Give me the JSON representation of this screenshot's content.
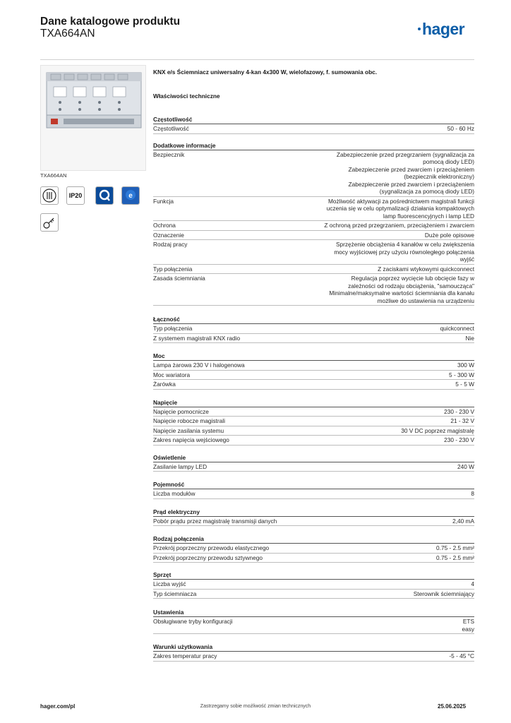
{
  "header": {
    "title": "Dane katalogowe produktu",
    "code": "TXA664AN",
    "logo": "hager"
  },
  "product": {
    "image_caption": "TXA664AN",
    "title": "KNX e/s Ściemniacz uniwersalny 4-kan 4x300 W, wielofazowy, f. sumowania obc.",
    "properties_heading": "Właściwości techniczne",
    "badges": [
      "terminal-icon",
      "IP20",
      "quality-q-icon",
      "energy-e-icon",
      "key-icon"
    ],
    "ip_label": "IP20"
  },
  "sections": [
    {
      "title": "Częstotliwość",
      "rows": [
        {
          "label": "Częstotliwość",
          "value": "50 - 60 Hz"
        }
      ]
    },
    {
      "title": "Dodatkowe informacje",
      "rows": [
        {
          "label": "Bezpiecznik",
          "value": "Zabezpieczenie przed przegrzaniem (sygnalizacja za\npomocą diody LED)\nZabezpieczenie przed zwarciem i przeciążeniem\n(bezpiecznik elektroniczny)\nZabezpieczenie przed zwarciem i przeciążeniem\n(sygnalizacja za pomocą diody LED)"
        },
        {
          "label": "Funkcja",
          "value": "Możliwość aktywacji za pośrednictwem magistrali funkcji\nuczenia się w celu optymalizacji działania kompaktowych\nlamp fluorescencyjnych i lamp LED"
        },
        {
          "label": "Ochrona",
          "value": "Z ochroną przed przegrzaniem, przeciążeniem i zwarciem"
        },
        {
          "label": "Oznaczenie",
          "value": "Duże pole opisowe"
        },
        {
          "label": "Rodzaj pracy",
          "value": "Sprzężenie obciążenia 4 kanałów w celu zwiększenia\nmocy wyjściowej przy użyciu równoległego połączenia\nwyjść"
        },
        {
          "label": "Typ połączenia",
          "value": "Z zaciskami wtykowymi quickconnect"
        },
        {
          "label": "Zasada ściemniania",
          "value": "Regulacja poprzez wycięcie lub obcięcie  fazy w\nzależności od rodzaju obciążenia, \"samoucząca\"\nMinimalne/maksymalne wartości ściemniania dla kanału\nmożliwe do ustawienia na urządzeniu"
        }
      ]
    },
    {
      "title": "Łączność",
      "rows": [
        {
          "label": "Typ połączenia",
          "value": "quickconnect"
        },
        {
          "label": "Z systemem magistrali KNX radio",
          "value": "Nie"
        }
      ]
    },
    {
      "title": "Moc",
      "rows": [
        {
          "label": "Lampa żarowa 230 V i halogenowa",
          "value": "300 W"
        },
        {
          "label": "Moc wariatora",
          "value": "5 - 300 W"
        },
        {
          "label": "Żarówka",
          "value": "5 - 5 W"
        }
      ]
    },
    {
      "title": "Napięcie",
      "rows": [
        {
          "label": "Napięcie pomocnicze",
          "value": "230 - 230 V"
        },
        {
          "label": "Napięcie robocze magistrali",
          "value": "21 - 32 V"
        },
        {
          "label": "Napięcie zasilania systemu",
          "value": "30 V DC poprzez magistralę"
        },
        {
          "label": "Zakres napięcia wejściowego",
          "value": "230 - 230 V"
        }
      ]
    },
    {
      "title": "Oświetlenie",
      "rows": [
        {
          "label": "Zasilanie lampy LED",
          "value": "240 W"
        }
      ]
    },
    {
      "title": "Pojemność",
      "rows": [
        {
          "label": "Liczba modułów",
          "value": "8"
        }
      ]
    },
    {
      "title": "Prąd elektryczny",
      "rows": [
        {
          "label": "Pobór prądu przez magistralę transmisji danych",
          "value": "2,40 mA"
        }
      ]
    },
    {
      "title": "Rodzaj połączenia",
      "rows": [
        {
          "label": "Przekrój poprzeczny przewodu elastycznego",
          "value": "0.75 - 2.5 mm²"
        },
        {
          "label": "Przekrój poprzeczny przewodu sztywnego",
          "value": "0.75 - 2.5 mm²"
        }
      ]
    },
    {
      "title": "Sprzęt",
      "rows": [
        {
          "label": "Liczba wyjść",
          "value": "4"
        },
        {
          "label": "Typ ściemniacza",
          "value": "Sterownik ściemniający"
        }
      ]
    },
    {
      "title": "Ustawienia",
      "rows": [
        {
          "label": "Obsługiwane tryby konfiguracji",
          "value": "ETS\neasy"
        }
      ]
    },
    {
      "title": "Warunki użytkowania",
      "rows": [
        {
          "label": "Zakres temperatur pracy",
          "value": "-5 - 45 °C"
        }
      ]
    }
  ],
  "footer": {
    "url": "hager.com/pl",
    "note": "Zastrzegamy sobie możliwość zmian technicznych",
    "date": "25.06.2025"
  }
}
